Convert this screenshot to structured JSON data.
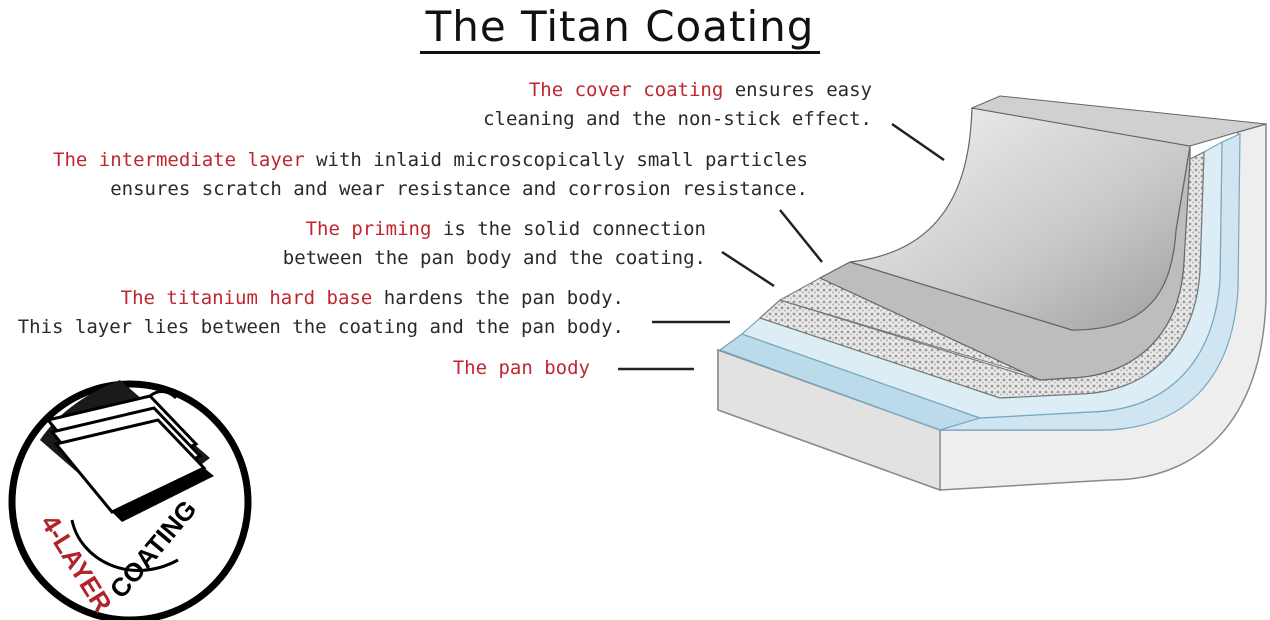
{
  "title": "The Titan Coating",
  "labels": {
    "cover": {
      "highlight": "The cover coating",
      "rest": " ensures easy",
      "line2": "cleaning and the non-stick effect."
    },
    "intermediate": {
      "highlight": "The intermediate layer",
      "rest": " with inlaid microscopically small particles",
      "line2": "ensures scratch and wear resistance and corrosion resistance."
    },
    "priming": {
      "highlight": "The priming",
      "rest": " is the solid connection",
      "line2": "between the pan body and the coating."
    },
    "titanium": {
      "highlight": "The titanium hard base",
      "rest": " hardens the pan body.",
      "line2": "This layer lies between the coating and the pan body."
    },
    "body": {
      "highlight": "The pan body"
    }
  },
  "badge": {
    "text_red": "4-LAYER",
    "text_black": "COATING"
  },
  "colors": {
    "accent_red": "#c0262d",
    "layer_blue": "#cfe6f2",
    "layer_grey": "#d8d8d8",
    "text": "#2a2a2a"
  }
}
